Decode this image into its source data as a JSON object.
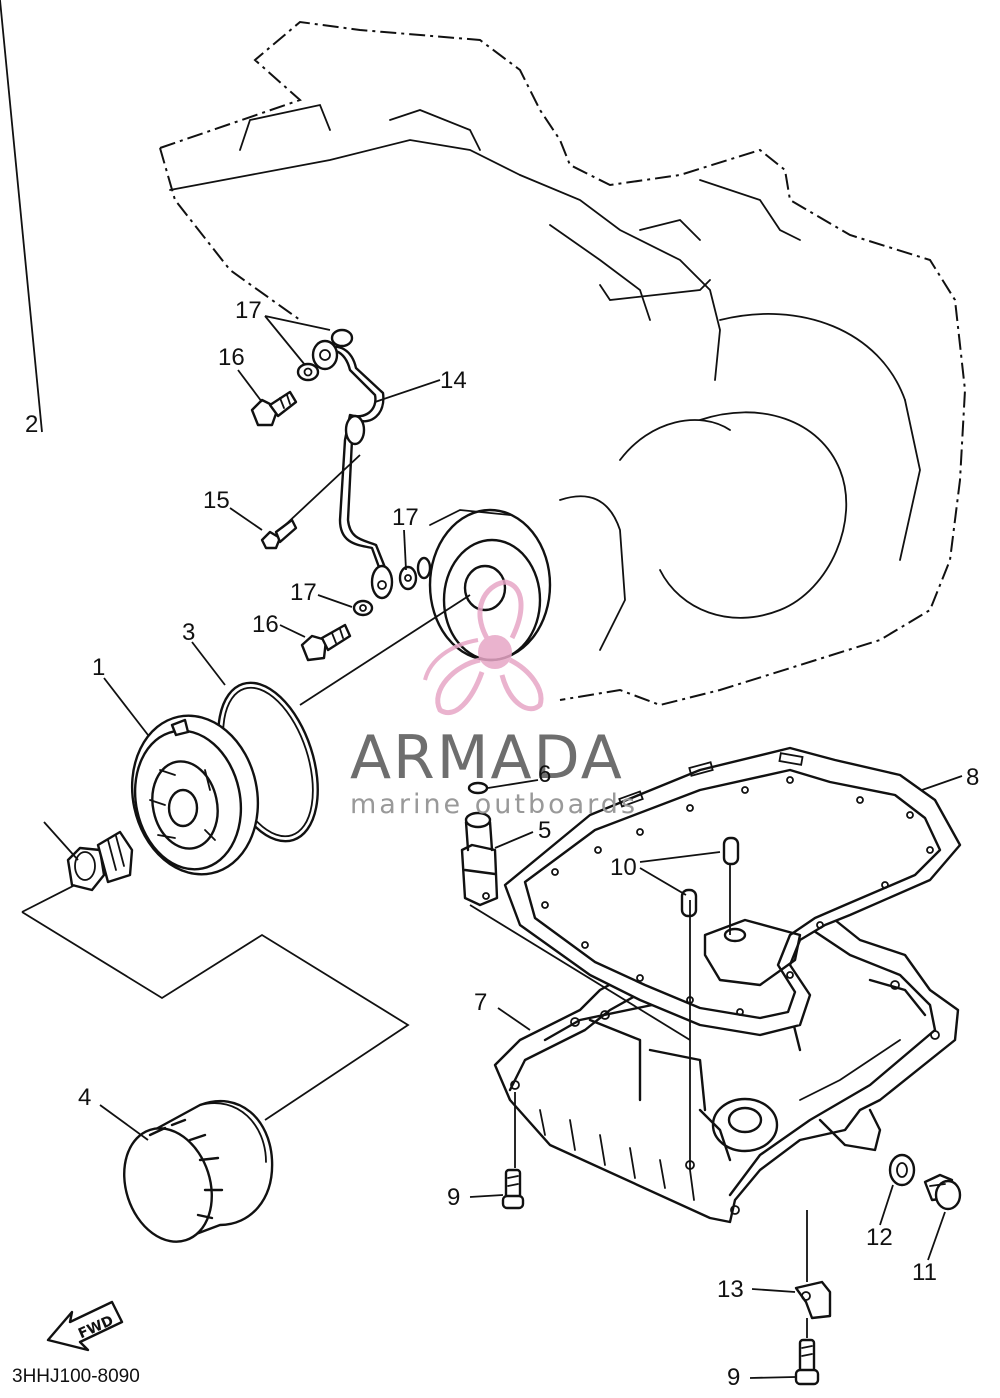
{
  "watermark": {
    "brand": "ARMADA",
    "tagline": "marine outboards",
    "logo_color": "#e7a6c6"
  },
  "diagram_code": "3HHJ100-8090",
  "fwd_label": "FWD",
  "callouts": {
    "c1": "1",
    "c2": "2",
    "c3": "3",
    "c4": "4",
    "c5": "5",
    "c6": "6",
    "c7": "7",
    "c8": "8",
    "c9a": "9",
    "c9b": "9",
    "c10": "10",
    "c11": "11",
    "c12": "12",
    "c13": "13",
    "c14": "14",
    "c15": "15",
    "c16a": "16",
    "c16b": "16",
    "c17a": "17",
    "c17b": "17",
    "c17c": "17"
  }
}
